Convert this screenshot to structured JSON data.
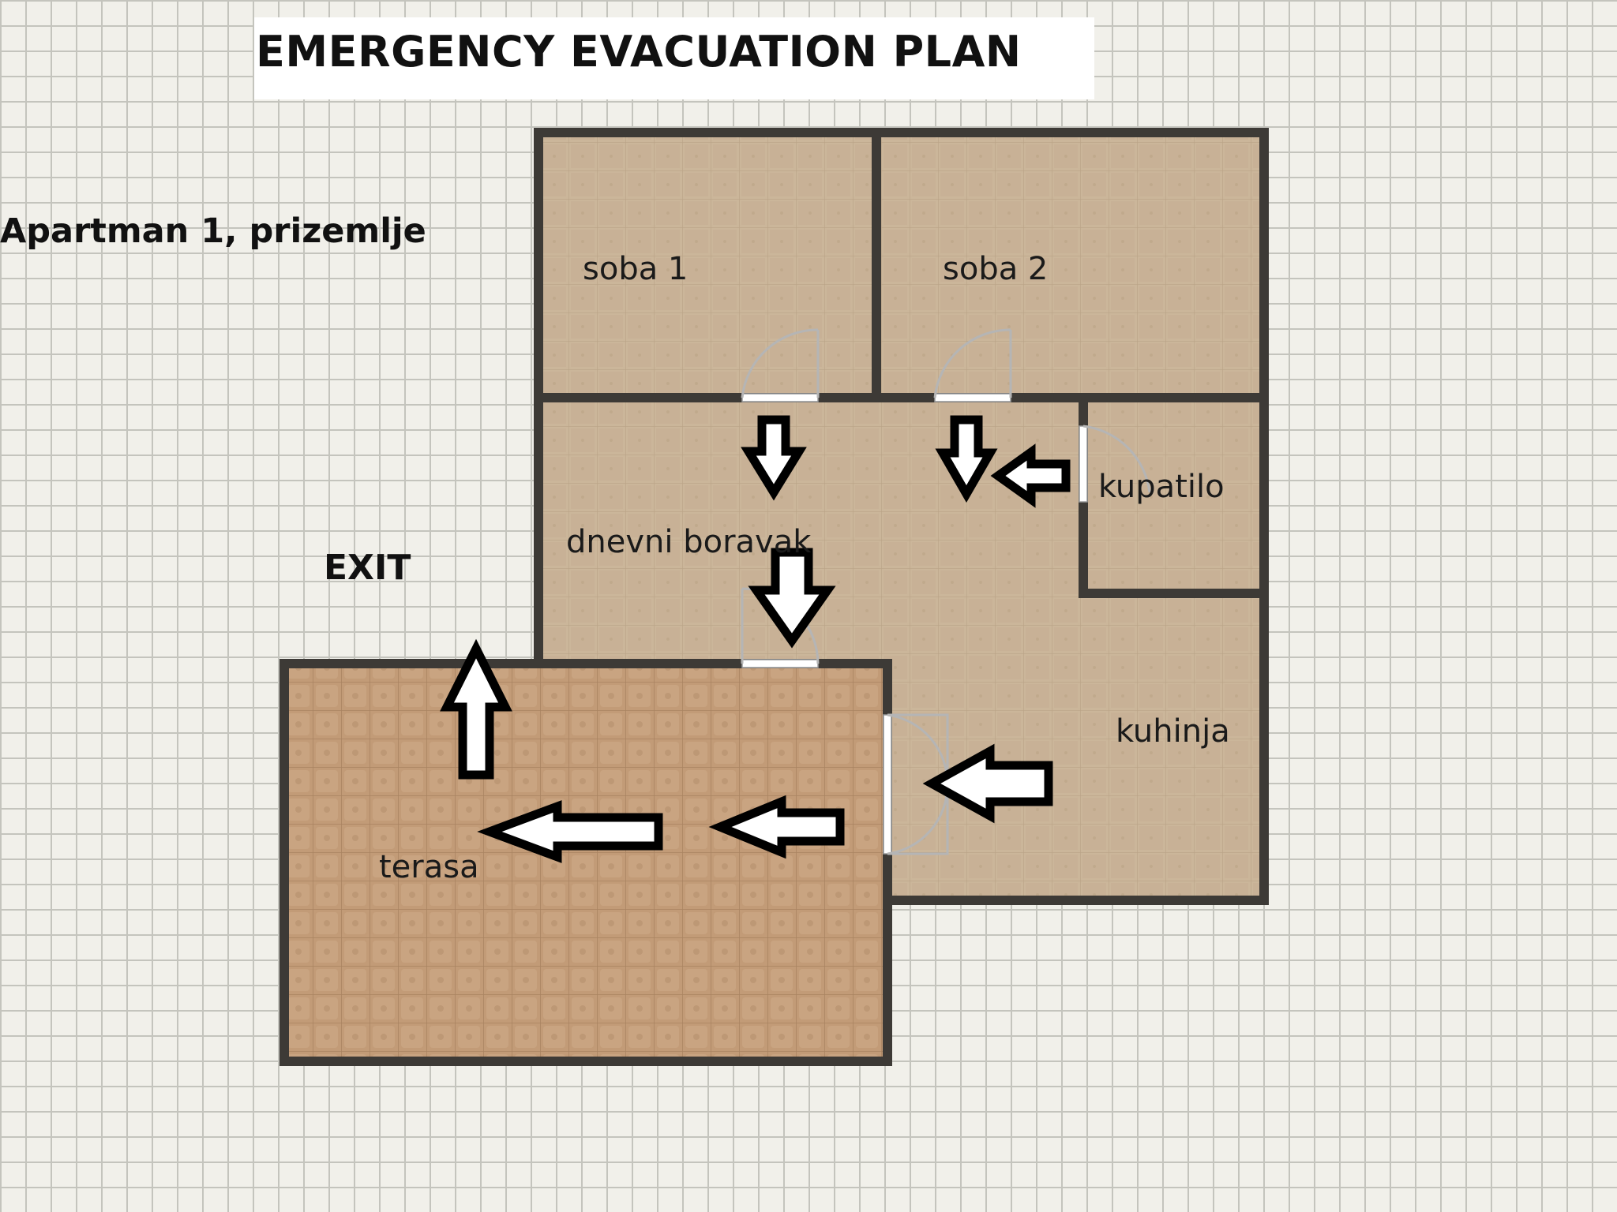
{
  "title": "EMERGENCY EVACUATION PLAN",
  "subtitle": "Apartman 1, prizemlje",
  "exit_label": "EXIT",
  "rooms": {
    "soba1": "soba 1",
    "soba2": "soba 2",
    "kupatilo": "kupatilo",
    "dnevni_boravak": "dnevni boravak",
    "kuhinja": "kuhinja",
    "terasa": "terasa"
  },
  "colors": {
    "wall": "#3d3a36",
    "interior_floor": "#cbb69a",
    "terrace_floor": "#c29b77",
    "grid_line": "#c4c4bd",
    "background": "#f1f0ea",
    "arrow_outline": "#000000",
    "arrow_fill": "#ffffff"
  }
}
